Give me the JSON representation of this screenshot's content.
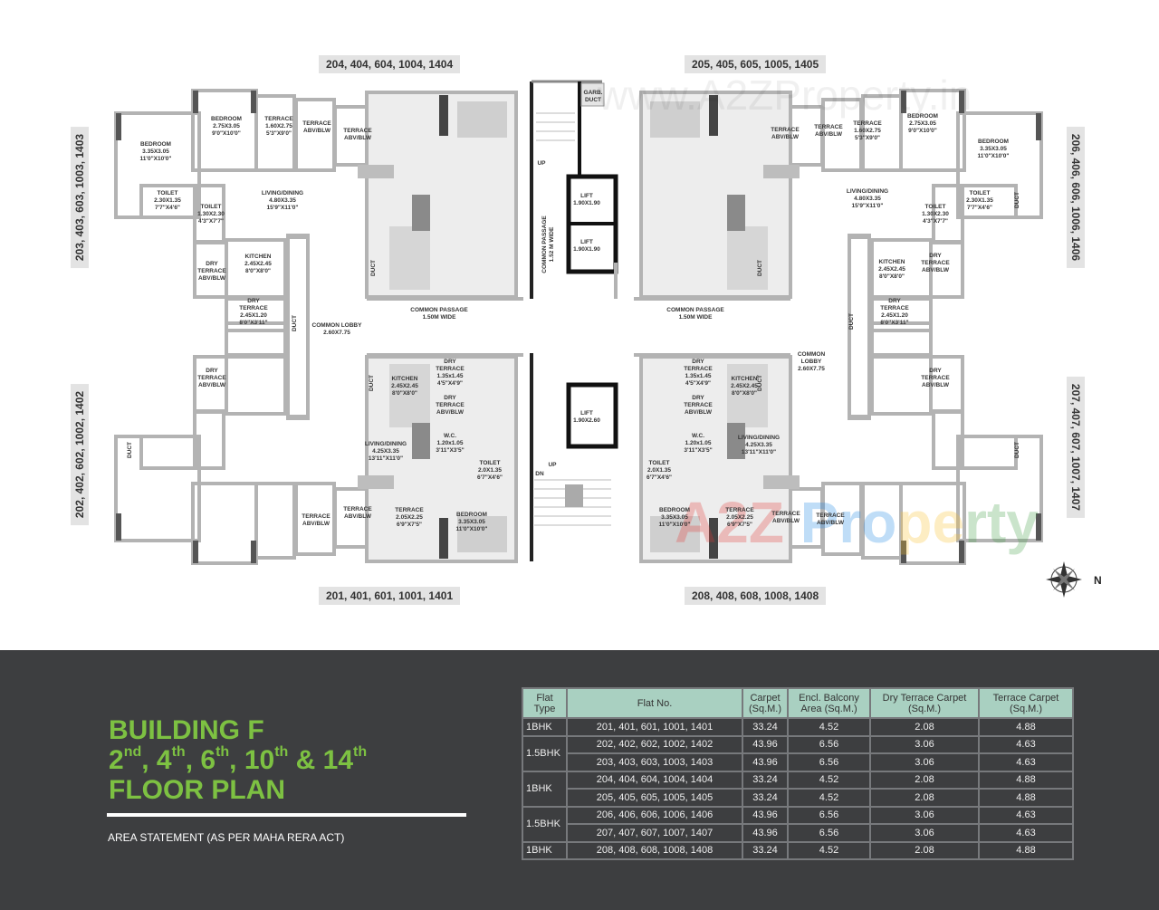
{
  "plan": {
    "unit_tags": {
      "top_left": "204, 404, 604, 1004, 1404",
      "top_right": "205, 405, 605, 1005, 1405",
      "bottom_left": "201, 401, 601, 1001, 1401",
      "bottom_right": "208, 408, 608, 1008, 1408",
      "left_top": "203, 403, 603, 1003, 1403",
      "left_bottom": "202, 402, 602, 1002, 1402",
      "right_top": "206, 406, 606, 1006, 1406",
      "right_bottom": "207, 407, 607, 1007, 1407"
    },
    "rooms": [
      [
        "BEDROOM",
        "3.35X3.05",
        "11'0\"X10'0\""
      ],
      [
        "BEDROOM",
        "2.75X3.05",
        "9'0\"X10'0\""
      ],
      [
        "TERRACE",
        "1.60X2.75",
        "5'3\"X9'0\""
      ],
      [
        "TERRACE",
        "ABV/BLW"
      ],
      [
        "TERRACE",
        "ABV/BLW"
      ],
      [
        "TOILET",
        "2.30X1.35",
        "7'7\"X4'6\""
      ],
      [
        "TOILET",
        "1.30X2.30",
        "4'3\"X7'7\""
      ],
      [
        "LIVING/DINING",
        "4.80X3.35",
        "15'9\"X11'0\""
      ],
      [
        "KITCHEN",
        "2.45X2.45",
        "8'0\"X8'0\""
      ],
      [
        "DRY",
        "TERRACE",
        "ABV/BLW"
      ],
      [
        "DRY",
        "TERRACE",
        "2.45X1.20",
        "8'0\"X3'11\""
      ],
      [
        "DUCT"
      ],
      [
        "DUCT"
      ],
      [
        "COMMON LOBBY",
        "2.60X7.75"
      ],
      [
        "COMMON PASSAGE",
        "1.50M WIDE"
      ],
      [
        "DRY",
        "TERRACE",
        "ABV/BLW"
      ],
      [
        "DUCT"
      ],
      [
        "KITCHEN",
        "2.45X2.45",
        "8'0\"X8'0\""
      ],
      [
        "DRY",
        "TERRACE",
        "1.35x1.45",
        "4'5\"X4'9\""
      ],
      [
        "DRY",
        "TERRACE",
        "ABV/BLW"
      ],
      [
        "W.C.",
        "1.20x1.05",
        "3'11\"X3'5\""
      ],
      [
        "DUCT"
      ],
      [
        "LIVING/DINING",
        "4.25X3.35",
        "13'11\"X11'0\""
      ],
      [
        "TOILET",
        "2.0X1.35",
        "6'7\"X4'6\""
      ],
      [
        "TERRACE",
        "ABV/BLW"
      ],
      [
        "TERRACE",
        "ABV/BLW"
      ],
      [
        "TERRACE",
        "2.05X2.25",
        "6'9\"X7'5\""
      ],
      [
        "BEDROOM",
        "3.35X3.05",
        "11'0\"X10'0\""
      ],
      [
        "GARB.",
        "DUCT"
      ],
      [
        "UP"
      ],
      [
        "LIFT",
        "1.90X1.90"
      ],
      [
        "LIFT",
        "1.90X1.90"
      ],
      [
        "COMMON PASSAGE",
        "1.52 M WIDE"
      ],
      [
        "LIFT",
        "1.90X2.60"
      ],
      [
        "UP"
      ],
      [
        "DN"
      ],
      [
        "TERRACE",
        "ABV/BLW"
      ],
      [
        "TERRACE",
        "ABV/BLW"
      ],
      [
        "TERRACE",
        "1.60X2.75",
        "5'3\"X9'0\""
      ],
      [
        "BEDROOM",
        "2.75X3.05",
        "9'0\"X10'0\""
      ],
      [
        "BEDROOM",
        "3.35X3.05",
        "11'0\"X10'0\""
      ],
      [
        "LIVING/DINING",
        "4.80X3.35",
        "15'9\"X11'0\""
      ],
      [
        "TOILET",
        "2.30X1.35",
        "7'7\"X4'6\""
      ],
      [
        "TOILET",
        "1.30X2.30",
        "4'3\"X7'7\""
      ],
      [
        "DUCT"
      ],
      [
        "KITCHEN",
        "2.45X2.45",
        "8'0\"X8'0\""
      ],
      [
        "DRY",
        "TERRACE",
        "ABV/BLW"
      ],
      [
        "DRY",
        "TERRACE",
        "2.45X1.20",
        "8'0\"X3'11\""
      ],
      [
        "DUCT"
      ],
      [
        "DUCT"
      ],
      [
        "COMMON PASSAGE",
        "1.50M WIDE"
      ],
      [
        "COMMON",
        "LOBBY",
        "2.60X7.75"
      ],
      [
        "DRY",
        "TERRACE",
        "1.35x1.45",
        "4'5\"X4'9\""
      ],
      [
        "DRY",
        "TERRACE",
        "ABV/BLW"
      ],
      [
        "KITCHEN",
        "2.45X2.45",
        "8'0\"X8'0\""
      ],
      [
        "DUCT"
      ],
      [
        "W.C.",
        "1.20x1.05",
        "3'11\"X3'5\""
      ],
      [
        "LIVING/DINING",
        "4.25X3.35",
        "13'11\"X11'0\""
      ],
      [
        "TOILET",
        "2.0X1.35",
        "6'7\"X4'6\""
      ],
      [
        "BEDROOM",
        "3.35X3.05",
        "11'0\"X10'0\""
      ],
      [
        "TERRACE",
        "2.05X2.25",
        "6'9\"X7'5\""
      ],
      [
        "TERRACE",
        "ABV/BLW"
      ],
      [
        "TERRACE",
        "ABV/BLW"
      ],
      [
        "DRY",
        "TERRACE",
        "ABV/BLW"
      ],
      [
        "DUCT"
      ]
    ],
    "compass_label": "N",
    "watermark": "www.A2ZProperty.in",
    "watermark_logo": "A2Z Property",
    "wall_color": "#b3b3b3",
    "core_wall_color": "#111111"
  },
  "panel": {
    "title_line1": "BUILDING F",
    "title_floors": [
      {
        "num": "2",
        "sup": "nd",
        "after": ", "
      },
      {
        "num": "4",
        "sup": "th",
        "after": ", "
      },
      {
        "num": "6",
        "sup": "th",
        "after": ", "
      },
      {
        "num": "10",
        "sup": "th",
        "after": " & "
      },
      {
        "num": "14",
        "sup": "th",
        "after": ""
      }
    ],
    "title_line3": "FLOOR PLAN",
    "subtitle": "AREA STATEMENT (AS PER MAHA RERA ACT)",
    "accent_color": "#7dc142",
    "background_color": "#3d3e40"
  },
  "area_table": {
    "headers": [
      "Flat Type",
      "Flat No.",
      "Carpet (Sq.M.)",
      "Encl. Balcony Area (Sq.M.)",
      "Dry Terrace Carpet (Sq.M.)",
      "Terrace Carpet (Sq.M.)"
    ],
    "header_color": "#a9d0c1",
    "groups": [
      {
        "type": "1BHK",
        "rows": [
          [
            "201, 401, 601, 1001, 1401",
            "33.24",
            "4.52",
            "2.08",
            "4.88"
          ]
        ]
      },
      {
        "type": "1.5BHK",
        "rows": [
          [
            "202, 402, 602, 1002, 1402",
            "43.96",
            "6.56",
            "3.06",
            "4.63"
          ],
          [
            "203, 403, 603, 1003, 1403",
            "43.96",
            "6.56",
            "3.06",
            "4.63"
          ]
        ]
      },
      {
        "type": "1BHK",
        "rows": [
          [
            "204, 404, 604, 1004, 1404",
            "33.24",
            "4.52",
            "2.08",
            "4.88"
          ],
          [
            "205, 405, 605, 1005, 1405",
            "33.24",
            "4.52",
            "2.08",
            "4.88"
          ]
        ]
      },
      {
        "type": "1.5BHK",
        "rows": [
          [
            "206, 406, 606, 1006, 1406",
            "43.96",
            "6.56",
            "3.06",
            "4.63"
          ],
          [
            "207, 407, 607, 1007, 1407",
            "43.96",
            "6.56",
            "3.06",
            "4.63"
          ]
        ]
      },
      {
        "type": "1BHK",
        "rows": [
          [
            "208, 408, 608, 1008, 1408",
            "33.24",
            "4.52",
            "2.08",
            "4.88"
          ]
        ]
      }
    ]
  }
}
